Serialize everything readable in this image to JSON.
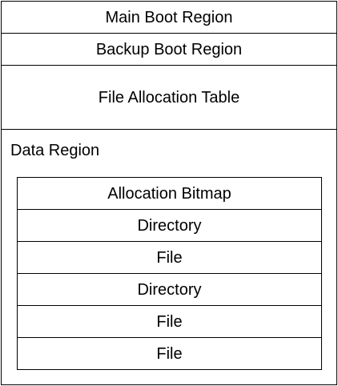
{
  "regions": {
    "main_boot": "Main Boot Region",
    "backup_boot": "Backup Boot Region",
    "fat": "File Allocation Table",
    "data_region": "Data Region"
  },
  "data_region_items": [
    "Allocation Bitmap",
    "Directory",
    "File",
    "Directory",
    "File",
    "File"
  ]
}
